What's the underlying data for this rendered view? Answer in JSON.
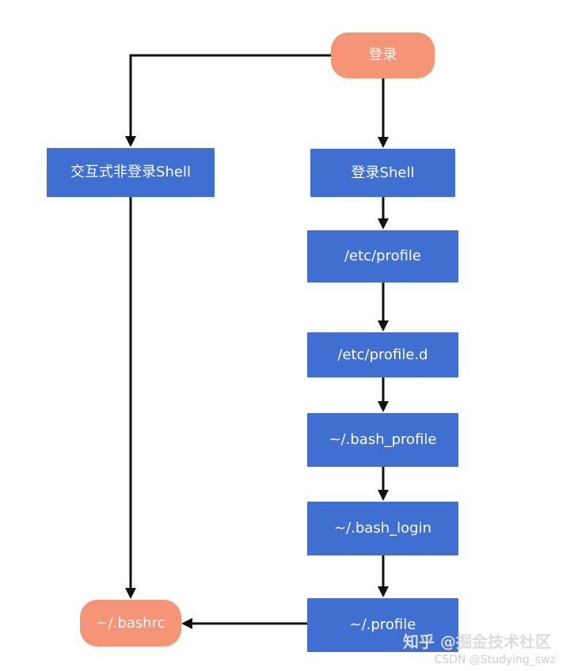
{
  "nodes": {
    "login_start": "登录",
    "interactive_non_login_shell": "交互式非登录Shell",
    "login_shell": "登录Shell",
    "etc_profile": "/etc/profile",
    "etc_profile_d": "/etc/profile.d",
    "bash_profile": "~/.bash_profile",
    "bash_login": "~/.bash_login",
    "profile": "~/.profile",
    "bashrc": "~/.bashrc"
  },
  "watermarks": {
    "zhihu": "知乎 @掘金技术社区",
    "csdn": "CSDN @Studying_swz"
  },
  "colors": {
    "rect_fill": "#3f6fd1",
    "pill_fill": "#f59477",
    "arrow": "#111111",
    "background": "#ffffff"
  }
}
